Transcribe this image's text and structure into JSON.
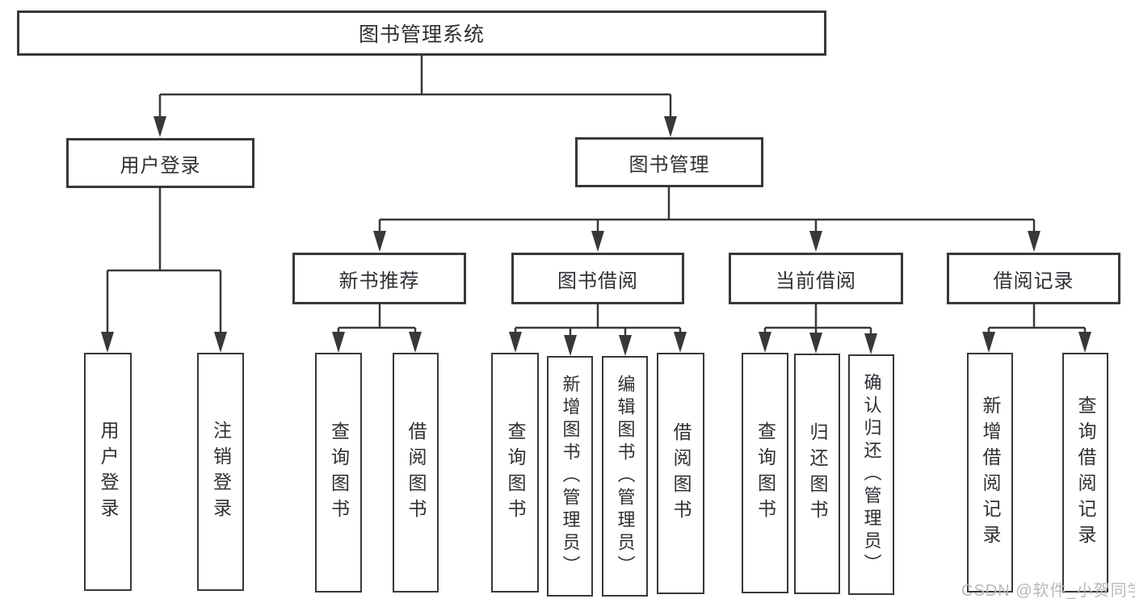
{
  "diagram": {
    "root_label": "图书管理系统",
    "level2": {
      "user_login": "用户登录",
      "book_mgmt": "图书管理"
    },
    "level3": {
      "new_book": "新书推荐",
      "book_borrow": "图书借阅",
      "current_borrow": "当前借阅",
      "borrow_record": "借阅记录"
    },
    "leaves": {
      "user_login": [
        "用户登录",
        "注销登录"
      ],
      "new_book": [
        "查询图书",
        "借阅图书"
      ],
      "book_borrow": [
        "查询图书",
        "新增图书（管理员）",
        "编辑图书（管理员）",
        "借阅图书"
      ],
      "current_borrow": [
        "查询图书",
        "归还图书",
        "确认归还（管理员）"
      ],
      "borrow_record": [
        "新增借阅记录",
        "查询借阅记录"
      ]
    }
  },
  "watermark": {
    "text": "CSDN @软件_小贺同学",
    "color": "#b9b8bd"
  },
  "colors": {
    "line": "#383838",
    "text": "#2f2f36",
    "background": "#ffffff"
  }
}
